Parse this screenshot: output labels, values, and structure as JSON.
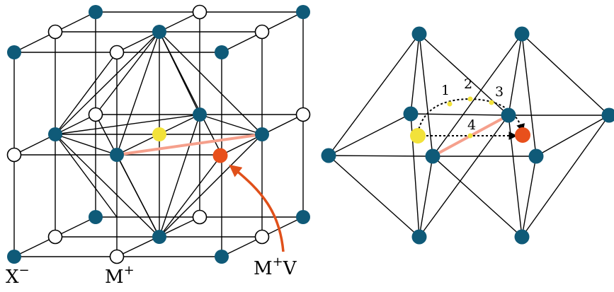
{
  "labels": {
    "anion": "X",
    "anion_charge": "−",
    "cation": "M",
    "cation_charge": "+",
    "vacancy_symbol": "M",
    "vacancy_charge": "+",
    "vacancy_suffix": "V"
  },
  "path_numbers": [
    "1",
    "2",
    "3",
    "4"
  ],
  "colors": {
    "anion_fill": "#0f5a78",
    "cation_fill": "#ffffff",
    "interstitial": "#f2e23a",
    "vacancy": "#e8501c",
    "jump_line": "#f5a08c",
    "arrow": "#e0501a",
    "lines": "#000000"
  }
}
